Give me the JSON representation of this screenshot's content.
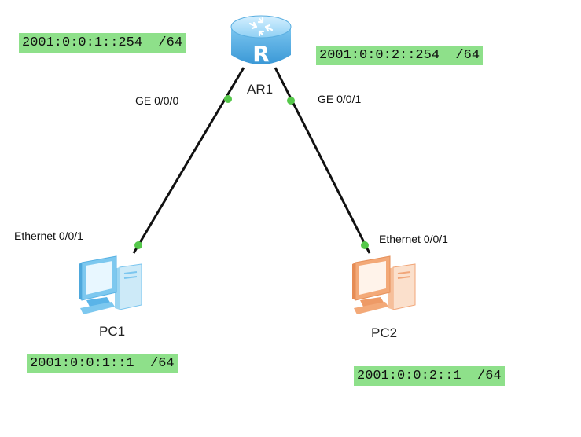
{
  "devices": {
    "router": {
      "label": "AR1",
      "icon": "router-icon",
      "color": "#5ab4e8"
    },
    "pc1": {
      "label": "PC1",
      "icon": "pc-icon",
      "color": "#7dc8ef"
    },
    "pc2": {
      "label": "PC2",
      "icon": "pc-icon",
      "color": "#f3a978"
    }
  },
  "ports": {
    "ar1_ge000": "GE 0/0/0",
    "ar1_ge001": "GE 0/0/1",
    "pc1_eth": "Ethernet 0/0/1",
    "pc2_eth": "Ethernet 0/0/1"
  },
  "addresses": {
    "ar1_ge000": "2001:0:0:1::254  /64",
    "ar1_ge001": "2001:0:0:2::254  /64",
    "pc1": "2001:0:0:1::1  /64",
    "pc2": "2001:0:0:2::1  /64"
  },
  "colors": {
    "link": "#111111",
    "port_dot": "#55c84a",
    "address_bg": "#8ee08a"
  }
}
